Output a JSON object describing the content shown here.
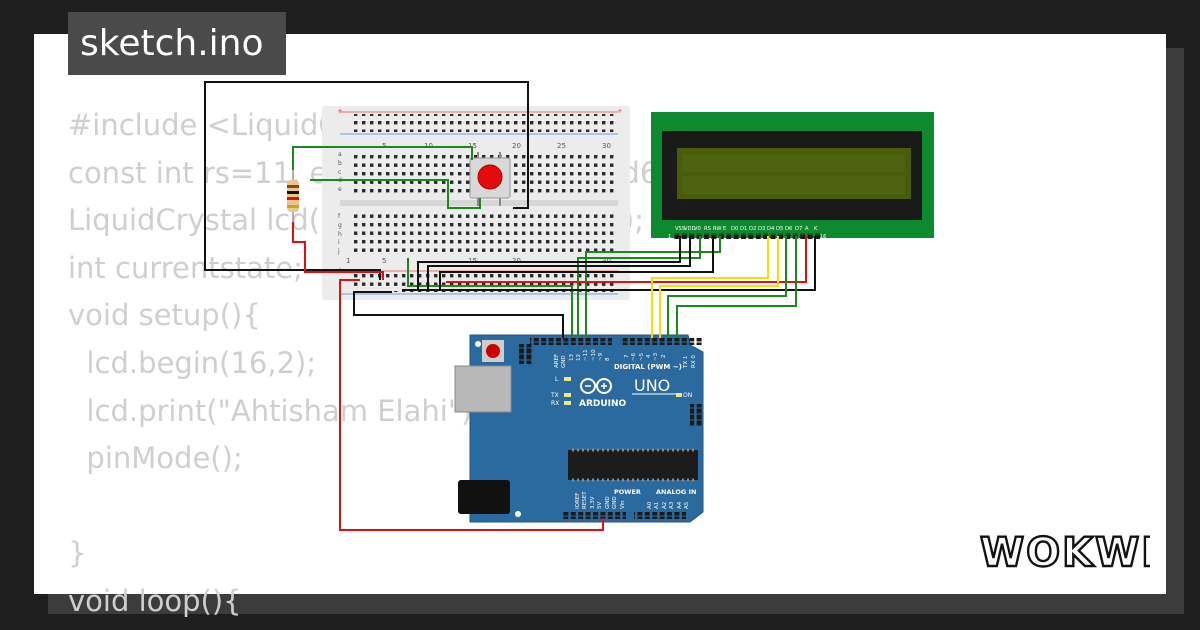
{
  "app": {
    "file_name": "sketch.ino",
    "brand": "WOKWI"
  },
  "code_lines": [
    "#include <LiquidCrystal.h>",
    "const int rs=11, en=12, d4=5, d5=4, d6=3, d7=2;",
    "LiquidCrystal lcd(rs, en, d4, d5, d6, d7);",
    "int currentstate;",
    "void setup(){",
    "  lcd.begin(16,2);",
    "  lcd.print(\"Ahtisham Elahi\");",
    "  pinMode();",
    "",
    "}",
    "void loop(){"
  ],
  "breadboard": {
    "col_numbers": [
      "5",
      "10",
      "15",
      "20",
      "25",
      "30"
    ],
    "row_letters_top": [
      "a",
      "b",
      "c",
      "d",
      "e"
    ],
    "row_letters_bottom": [
      "f",
      "g",
      "h",
      "i",
      "j"
    ],
    "power_sign": "+",
    "one": "1"
  },
  "lcd": {
    "pin_labels": [
      "VSS",
      "VDD",
      "V0",
      "RS",
      "RW",
      "E",
      "D0",
      "D1",
      "D2",
      "D3",
      "D4",
      "D5",
      "D6",
      "D7",
      "A",
      "K"
    ],
    "pin_first": "1",
    "pin_last": "16",
    "color_body": "#0d8a2f",
    "color_screen": "#4a5c0a"
  },
  "arduino": {
    "model": "UNO",
    "brand": "ARDUINO",
    "digital_label": "DIGITAL (PWM ~)",
    "power_label": "POWER",
    "analog_label": "ANALOG IN",
    "on_label": "ON",
    "led_labels": [
      "L",
      "TX",
      "RX"
    ],
    "top_pins": [
      "AREF",
      "GND",
      "13",
      "12",
      "~11",
      "~10",
      "~9",
      "8",
      "7",
      "~6",
      "~5",
      "4",
      "~3",
      "2",
      "TX 1",
      "RX 0"
    ],
    "power_pins": [
      "IOREF",
      "RESET",
      "3.3V",
      "5V",
      "GND",
      "GND",
      "Vin"
    ],
    "analog_pins": [
      "A0",
      "A1",
      "A2",
      "A3",
      "A4",
      "A5"
    ],
    "color_board": "#2b6a9e"
  },
  "colors": {
    "wire_black": "#111111",
    "wire_green": "#1b8a1b",
    "wire_red": "#e01010",
    "wire_yellow": "#f5e000",
    "button_red": "#e30b0b"
  }
}
